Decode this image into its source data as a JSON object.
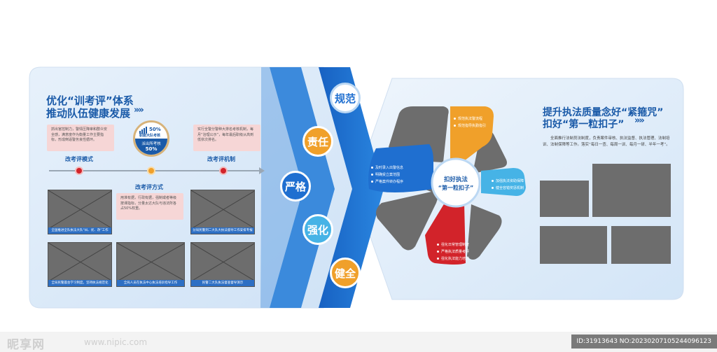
{
  "left_panel": {
    "title_line1": "优化“训考评”体系",
    "title_line2": "推动队伍健康发展",
    "arrows": "»»",
    "box_left_text": "抓出官控制力，警情压降审和群众安全感，满意度作为衡量工作主要指标，形成倒逼警务良性循环。",
    "box_right_text": "实行全警分警种大排名考核机制，每月“治理公示”，每年最后职级从高到低依次排名。",
    "box_mid_text": "用准有据，行政有据，强制或者等级按课指标，分量太达大队与违法所各占50%权重。",
    "badge_top": "50%",
    "badge_mid": "职能大队考核",
    "badge_bottom1": "派出所考核",
    "badge_bottom2": "50%",
    "label_left": "改考评模式",
    "label_right": "改考评机制",
    "label_mid": "改考评方式",
    "photo_captions": [
      "全国推进全队执法大队“纠、优、改”工作",
      "分局民警到二大队大执法督导工作安排专报",
      "全局民警晨会学习制度，坚持执法规范化",
      "全局人员在执法中心执法培训指导工作",
      "民警二大队执法督查督导演示"
    ]
  },
  "chevron": {
    "items": [
      "规范",
      "责任",
      "严格",
      "强化",
      "健全"
    ],
    "colors": [
      "#1f6fd0",
      "#f0a02a",
      "#1f6fd0",
      "#46b3e6",
      "#f0a02a"
    ]
  },
  "center_wheel": {
    "center_line1": "扣好执法",
    "center_line2": "“第一粒扣子”",
    "orange_items": [
      "规范执法警流程",
      "规范指导执勤指引"
    ],
    "blue_items": [
      "及时录入出警信息",
      "明确受立案范围",
      "严格案件转办程序"
    ],
    "lightblue_items": [
      "加强执法资助保障",
      "健全容错奖惩机制"
    ],
    "red_items": [
      "强化日常管理制度",
      "严格执法质量考评",
      "强化执法能力培训"
    ]
  },
  "right_panel": {
    "title_line1": "提升执法质量念好“紧箍咒”",
    "title_line2": "扣好“第一粒扣子”",
    "arrows": "»»",
    "body_text": "全面推行法制员法制度，负责案件审核、执法监督、执法管理、法制培训、法制保障等工作。落实“每日一查、每周一训、每月一研、半年一考”。"
  },
  "footer": {
    "watermark": "昵享网",
    "watermark_url": "www.nipic.com",
    "id_text": "ID:31913643 NO:20230207105244096123"
  },
  "colors": {
    "primary_blue": "#1f6fd0",
    "dark_blue": "#1a5aa8",
    "orange": "#f0a02a",
    "red": "#d2232a",
    "light_blue": "#46b3e6",
    "gray": "#6d6d6d"
  }
}
